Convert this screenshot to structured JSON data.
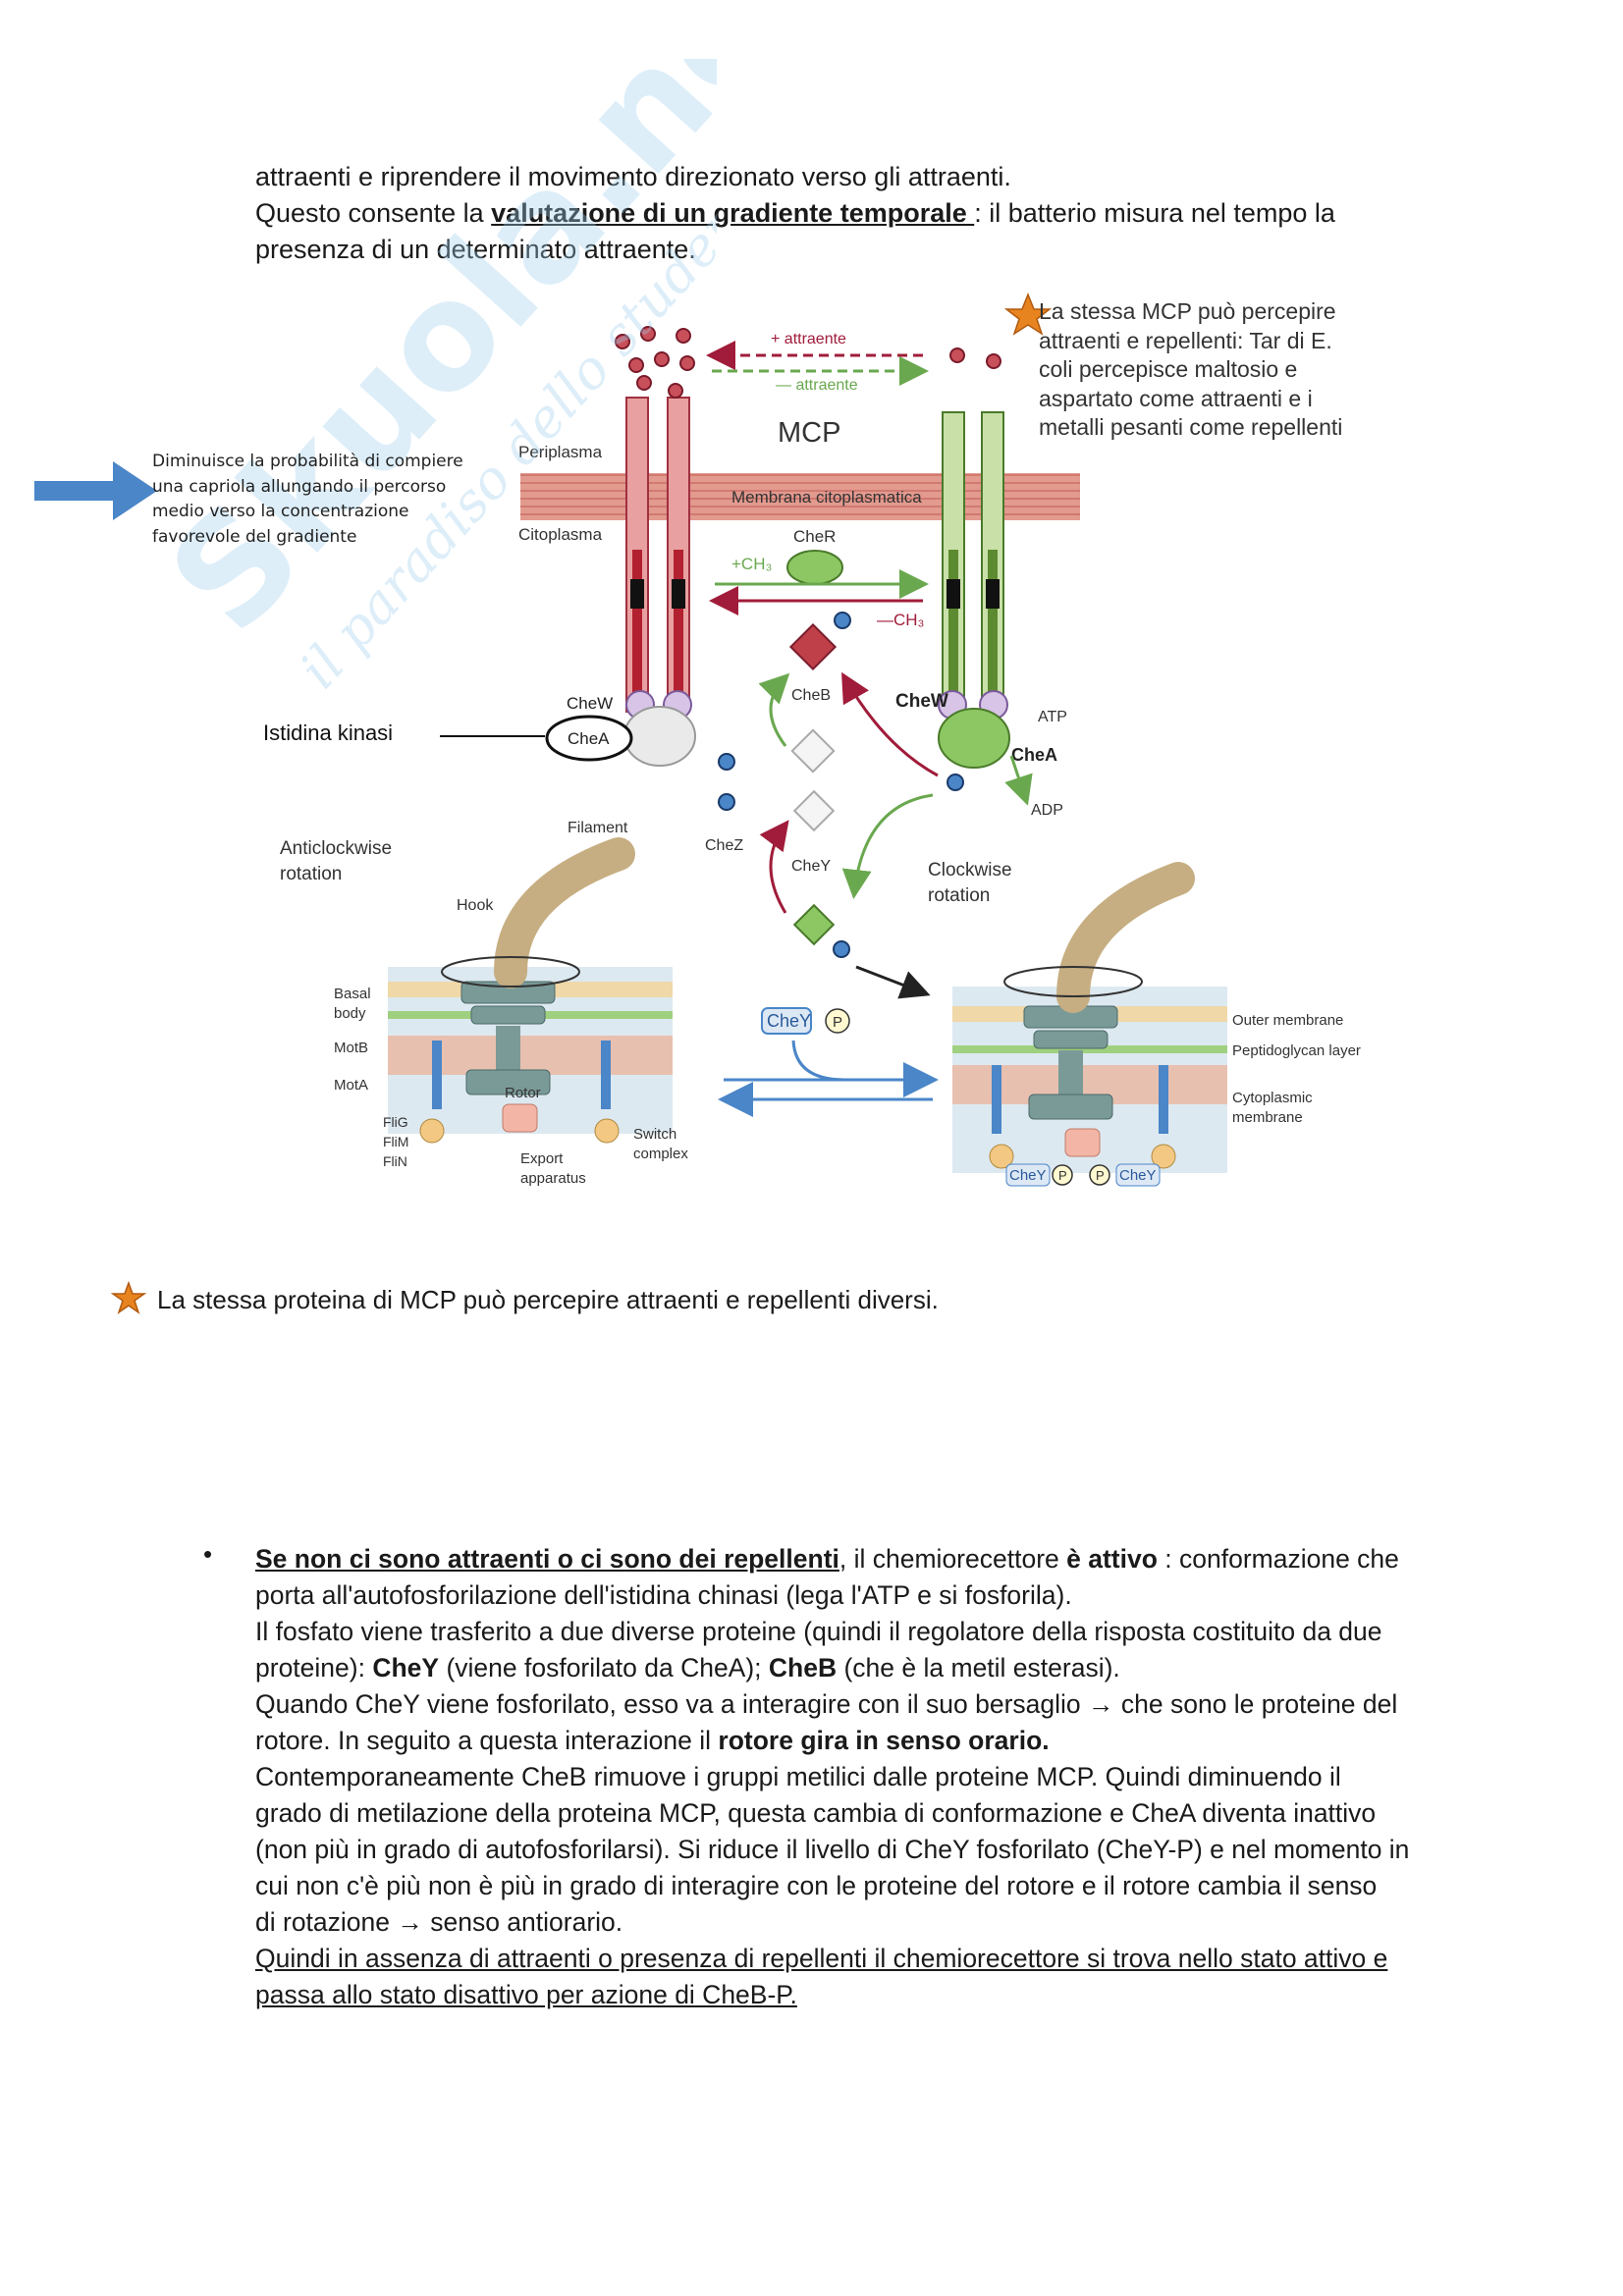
{
  "intro": {
    "line1": "attraenti e riprendere il movimento direzionato verso gli attraenti.",
    "line2_pre": "Questo consente la ",
    "line2_bold": "valutazione di un gradiente temporale ",
    "line2_post": ": il batterio misura nel tempo la",
    "line3": "presenza di un determinato attraente."
  },
  "figure": {
    "callout_left": [
      "Diminuisce la probabilità di compiere",
      "una capriola allungando il percorso",
      "medio verso la concentrazione",
      "favorevole del gradiente"
    ],
    "note_right": [
      "La stessa MCP può percepire",
      "attraenti e repellenti: Tar di E.",
      "coli percepisce maltosio e",
      "aspartato come attraenti e i",
      "metalli pesanti come repellenti"
    ],
    "plus_attraente": "+ attraente",
    "minus_attraente": "— attraente",
    "mcp": "MCP",
    "periplasma": "Periplasma",
    "membrana": "Membrana citoplasmatica",
    "citoplasma": "Citoplasma",
    "cher": "CheR",
    "plus_ch3": "+CH₃",
    "minus_ch3": "—CH₃",
    "chew_left": "CheW",
    "chea_left": "CheA",
    "istidina": "Istidina kinasi",
    "cheb": "CheB",
    "chew_right": "CheW",
    "atp": "ATP",
    "chea_right": "CheA",
    "adp": "ADP",
    "chez": "CheZ",
    "chey": "CheY",
    "filament": "Filament",
    "anticlockwise": [
      "Anticlockwise",
      "rotation"
    ],
    "clockwise": [
      "Clockwise",
      "rotation"
    ],
    "hook": "Hook",
    "basal_body": [
      "Basal",
      "body"
    ],
    "motb": "MotB",
    "mota": "MotA",
    "rotor": "Rotor",
    "flig": "FliG",
    "flim": "FliM",
    "flin": "FliN",
    "switch": [
      "Switch",
      "complex"
    ],
    "export": [
      "Export",
      "apparatus"
    ],
    "cheyp": "CheY",
    "p": "P",
    "outer_membrane": "Outer membrane",
    "peptidoglycan": "Peptidoglycan layer",
    "cytoplasmic": [
      "Cytoplasmic",
      "membrane"
    ]
  },
  "note": "La stessa proteina di MCP può percepire attraenti e repellenti diversi.",
  "bullet": {
    "l1_u": "Se non ci sono attraenti o ci sono dei repellenti",
    "l1_a": ", il chemiorecettore ",
    "l1_b": "è attivo",
    "l1_c": " : conformazione che",
    "l2": "porta all'autofosforilazione dell'istidina chinasi (lega l'ATP e si fosforila).",
    "l3": "Il fosfato viene trasferito a due diverse proteine (quindi il regolatore della risposta costituito da due",
    "l4_a": "proteine): ",
    "l4_b": "CheY",
    "l4_c": " (viene fosforilato da CheA); ",
    "l4_d": "CheB",
    "l4_e": " (che è la metil esterasi).",
    "l5": "Quando CheY viene fosforilato, esso va a interagire con il suo bersaglio → che sono le proteine del",
    "l6_a": "rotore. In seguito a questa interazione il ",
    "l6_b": "rotore gira in senso orario.",
    "l7": "Contemporaneamente CheB rimuove i gruppi metilici dalle proteine MCP. Quindi diminuendo il",
    "l8": "grado di metilazione della proteina MCP, questa cambia di conformazione e CheA diventa inattivo",
    "l9": "(non più in grado di autofosforilarsi). Si riduce il livello di CheY fosforilato (CheY-P) e nel momento in",
    "l10": "cui non c'è più non è più in grado di interagire con le proteine del rotore e il rotore cambia il senso",
    "l11": "di rotazione → senso antiorario.",
    "l12": "Quindi in assenza di attraenti o presenza di repellenti il chemiorecettore si trova nello stato attivo e ",
    "l13": "passa allo stato disattivo per azione di CheB-P."
  },
  "watermark": {
    "brand": "Skuola.net",
    "tagline": "il paradiso dello studente"
  }
}
